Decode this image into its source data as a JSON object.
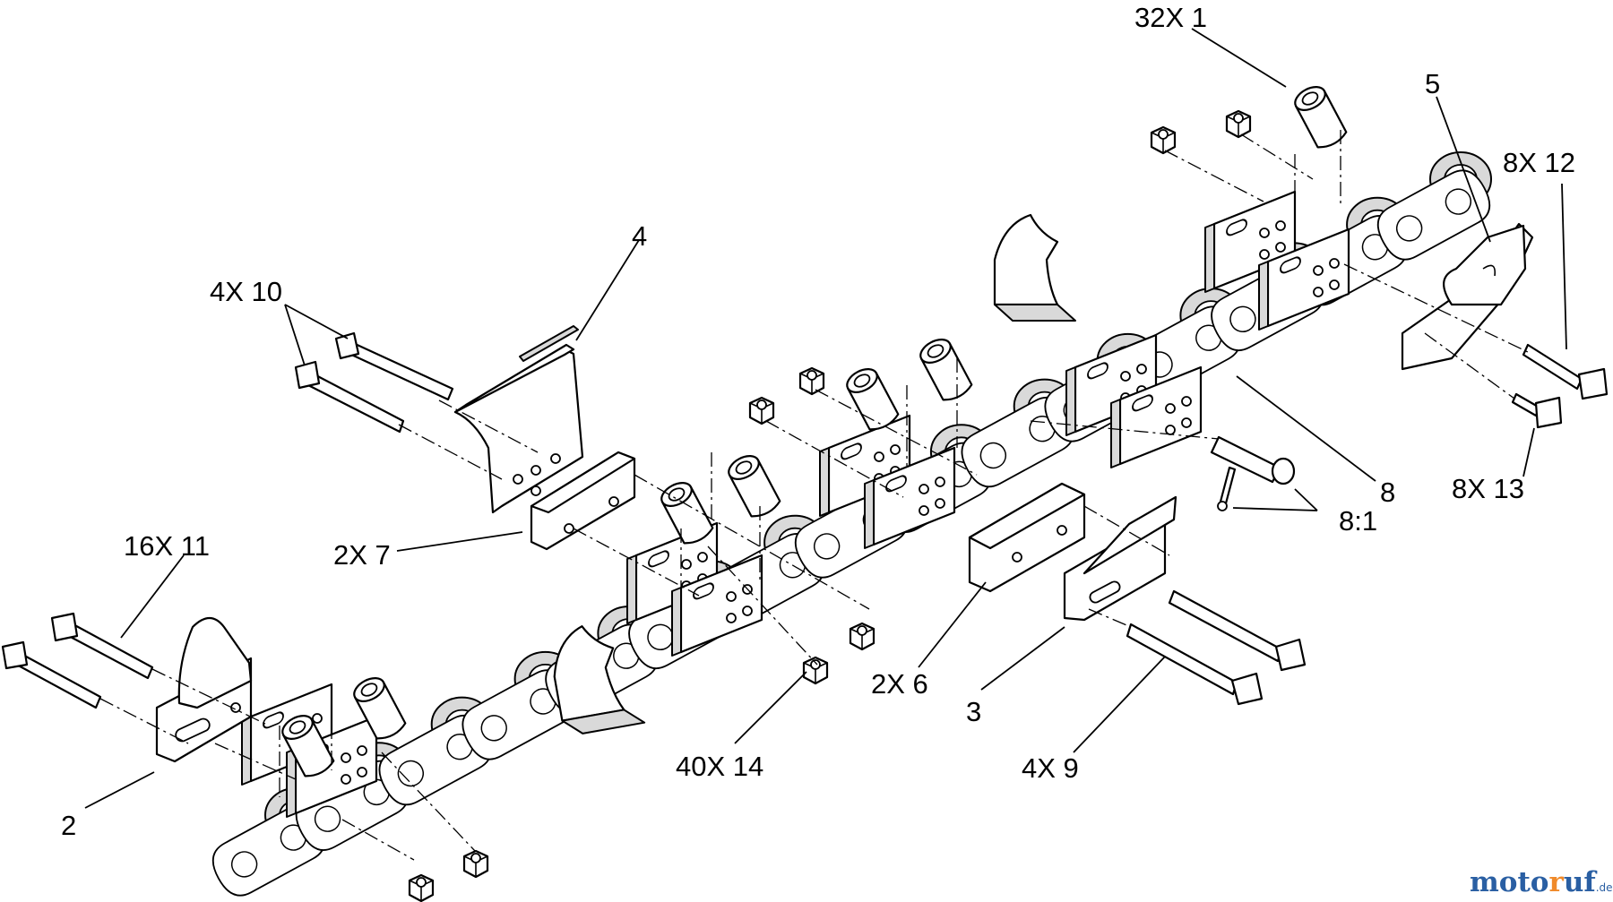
{
  "diagram": {
    "type": "exploded-parts-view",
    "callouts": [
      {
        "id": "c-32x1",
        "text": "32X 1"
      },
      {
        "id": "c-5",
        "text": "5"
      },
      {
        "id": "c-8x12",
        "text": "8X 12"
      },
      {
        "id": "c-4",
        "text": "4"
      },
      {
        "id": "c-4x10",
        "text": "4X 10"
      },
      {
        "id": "c-8",
        "text": "8"
      },
      {
        "id": "c-8x13",
        "text": "8X 13"
      },
      {
        "id": "c-8-1",
        "text": "8:1"
      },
      {
        "id": "c-16x11",
        "text": "16X 11"
      },
      {
        "id": "c-2x7",
        "text": "2X 7"
      },
      {
        "id": "c-2x6",
        "text": "2X 6"
      },
      {
        "id": "c-3",
        "text": "3"
      },
      {
        "id": "c-40x14",
        "text": "40X 14"
      },
      {
        "id": "c-4x9",
        "text": "4X 9"
      },
      {
        "id": "c-2",
        "text": "2"
      }
    ]
  },
  "watermark": {
    "part1": "moto",
    "part2": "r",
    "part3": "uf",
    "suffix": ".de"
  }
}
